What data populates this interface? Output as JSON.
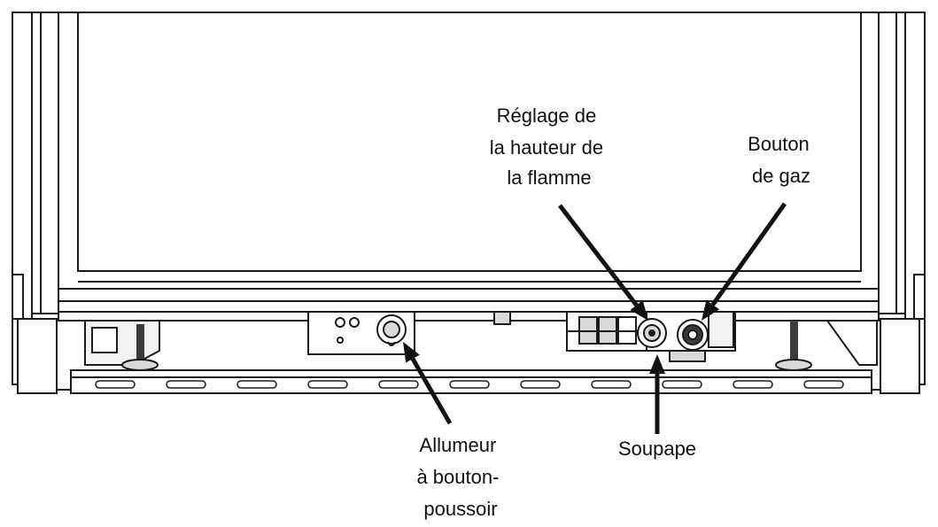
{
  "colors": {
    "line": "#1a1a1a",
    "fill_light": "#f2f2f2",
    "fill_mid": "#d9d9d9",
    "fill_dark": "#3a3a3a",
    "arrow": "#111111"
  },
  "labels": {
    "flame_height": [
      "Réglage de",
      "la hauteur de",
      "la flamme"
    ],
    "gas_knob": [
      "Bouton",
      "de gaz"
    ],
    "igniter": [
      "Allumeur",
      "à bouton-",
      "poussoir"
    ],
    "valve": [
      "Soupape"
    ]
  }
}
